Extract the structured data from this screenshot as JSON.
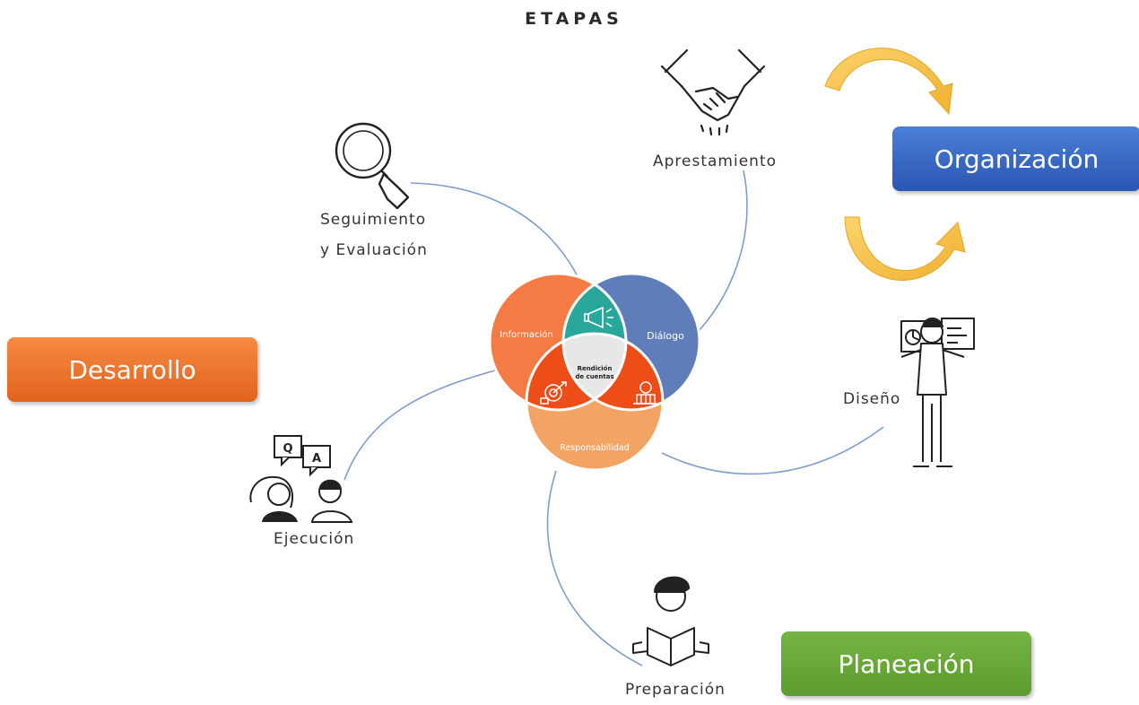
{
  "title": "ETAPAS",
  "stages": {
    "apprestamiento": "Apresta­miento",
    "seguimiento_line1": "Seguimiento",
    "seguimiento_line2": "y Evaluación",
    "diseno": "Diseño",
    "ejecucion": "Ejecución",
    "preparacion": "Preparación"
  },
  "venn": {
    "informacion": "Información",
    "dialogo": "Diálogo",
    "responsabilidad": "Responsabilidad",
    "center_line1": "Rendición",
    "center_line2": "de cuentas"
  },
  "qa": {
    "q": "Q",
    "a": "A"
  },
  "phases": {
    "organizacion": "Organización",
    "desarrollo": "Desarrollo",
    "planeacion": "Planeación"
  },
  "colors": {
    "informacion": "#f47b43",
    "dialogo": "#5f7db8",
    "responsabilidad": "#f3a462",
    "teal": "#2aa79b",
    "red_orange": "#ee4d17",
    "connector": "#7f9ccc",
    "arrow_gold": "#f7c24a",
    "organizacion": "#2f5fbd",
    "desarrollo": "#ec6f26",
    "planeacion": "#67a739"
  }
}
